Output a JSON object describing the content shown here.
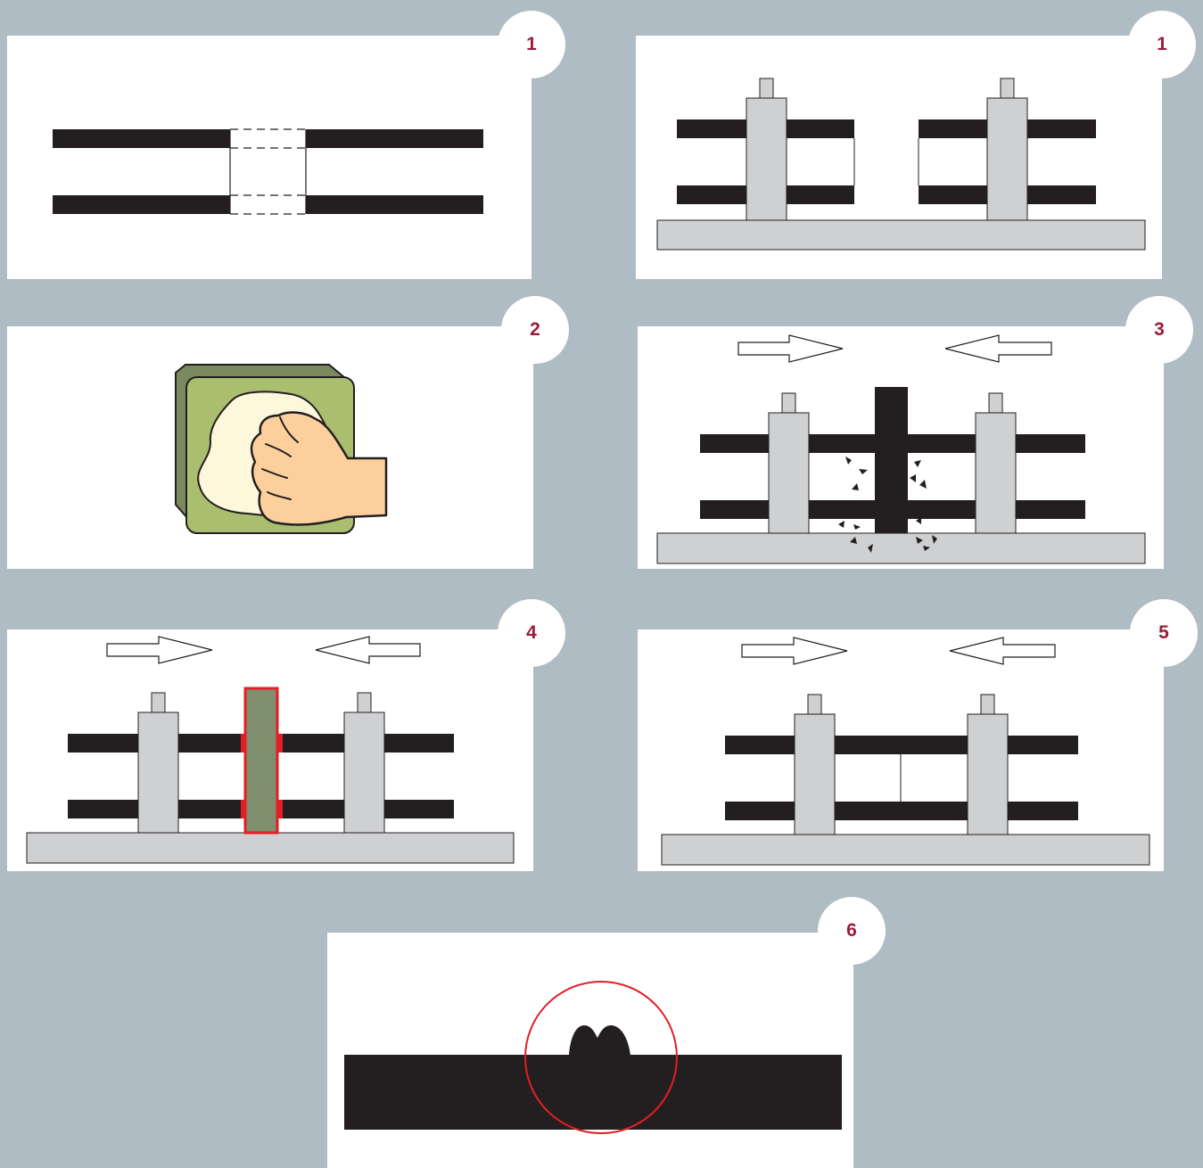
{
  "steps": {
    "p1_left": "1",
    "p1_right": "1",
    "p2": "2",
    "p3": "3",
    "p4": "4",
    "p5": "5",
    "p6": "6"
  },
  "colors": {
    "background": "#b0bcc4",
    "badge_text": "#9b1c3a",
    "pipe": "#231f20",
    "clamp": "#cfd0d2",
    "heater": "#7f8f6e",
    "heater_edge": "#e31e24",
    "pad_dark": "#7a8a5e",
    "pad_light": "#a9be6e",
    "cloth": "#fdf7dc",
    "skin": "#fccf9d",
    "bead_circle": "#e31e24"
  },
  "icons": {
    "step2": "hand-wiping-icon",
    "arrows": "arrow-icon"
  }
}
